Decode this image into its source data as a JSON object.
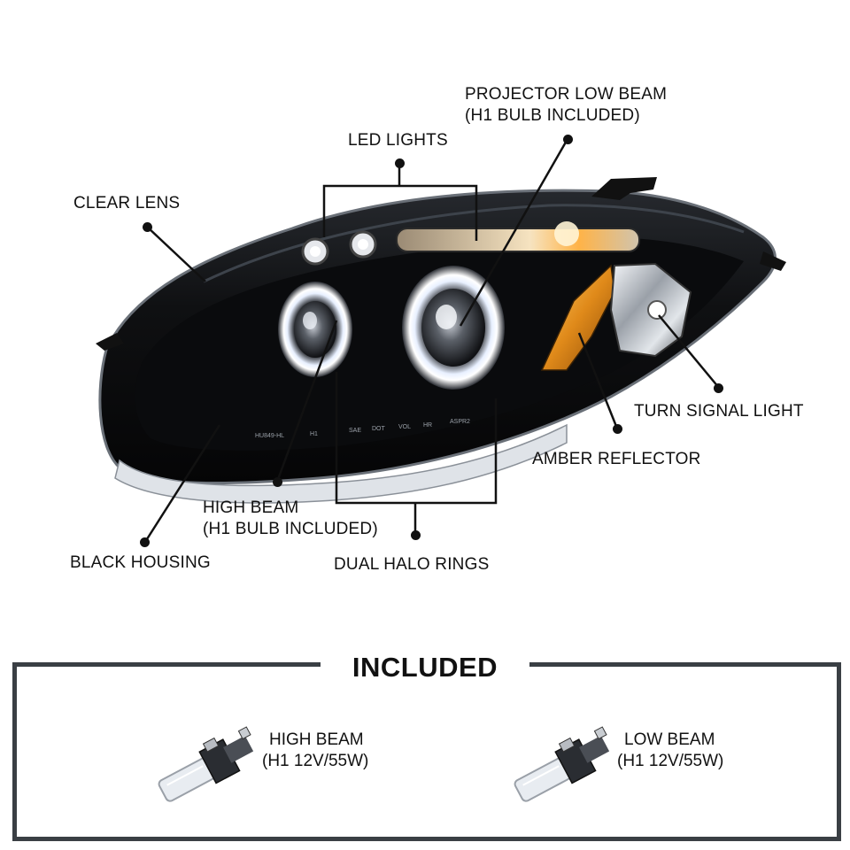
{
  "callouts": {
    "projector_low_beam": "PROJECTOR LOW BEAM",
    "projector_low_beam_sub": "(H1 BULB INCLUDED)",
    "led_lights": "LED LIGHTS",
    "clear_lens": "CLEAR LENS",
    "turn_signal_light": "TURN SIGNAL LIGHT",
    "amber_reflector": "AMBER REFLECTOR",
    "high_beam": "HIGH BEAM",
    "high_beam_sub": "(H1 BULB INCLUDED)",
    "black_housing": "BLACK HOUSING",
    "dual_halo_rings": "DUAL HALO RINGS"
  },
  "housing_print": {
    "part_number": "HU849-HL",
    "codes": [
      "H1",
      "SAE",
      "DOT",
      "VOL",
      "HR",
      "ASPR2"
    ]
  },
  "included": {
    "title": "INCLUDED",
    "items": [
      {
        "name": "HIGH BEAM",
        "spec": "(H1 12V/55W)"
      },
      {
        "name": "LOW BEAM",
        "spec": "(H1 12V/55W)"
      }
    ]
  },
  "colors": {
    "housing": "#0d0e10",
    "amber": "#e08a1a",
    "frame": "#3a3f44",
    "ink": "#111111"
  }
}
